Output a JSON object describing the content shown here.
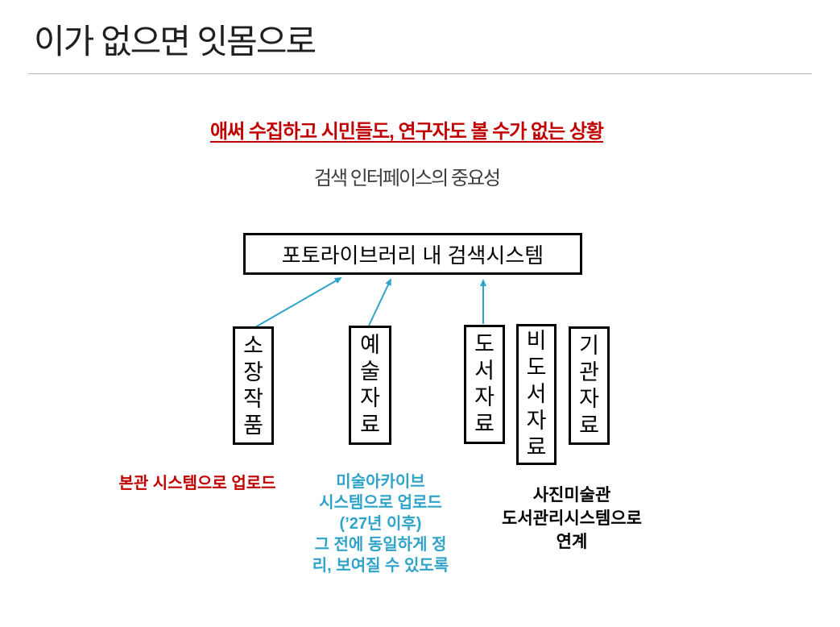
{
  "slide": {
    "title": "이가 없으면 잇몸으로",
    "key_message": "애써 수집하고 시민들도, 연구자도 볼 수가 없는 상황",
    "subheading": "검색 인터페이스의 중요성",
    "diagram": {
      "root_label": "포토라이브러리 내 검색시스템",
      "boxes": [
        {
          "label": "소장작품"
        },
        {
          "label": "예술자료"
        },
        {
          "label": "도서자료"
        },
        {
          "label": "비도서자료"
        },
        {
          "label": "기관자료"
        }
      ],
      "arrows": [
        {
          "from": "소장작품",
          "to": "포토라이브러리 내 검색시스템"
        },
        {
          "from": "예술자료",
          "to": "포토라이브러리 내 검색시스템"
        },
        {
          "from": "도서자료",
          "to": "포토라이브러리 내 검색시스템"
        }
      ]
    },
    "notes": {
      "collection_note": {
        "text": "본관 시스템으로 업로드",
        "color": "#C00000"
      },
      "archive_note": {
        "lines": [
          "미술아카이브",
          "시스템으로 업로드",
          "(’27년 이후)",
          "그 전에 동일하게 정",
          "리, 보여질 수 있도록"
        ],
        "color": "#2FA3C8"
      },
      "library_note": {
        "lines": [
          "사진미술관",
          "도서관리시스템으로",
          "연계"
        ],
        "color": "#000000"
      }
    },
    "colors": {
      "accent_red": "#C00000",
      "accent_teal": "#2FA3C8",
      "box_border": "#000000",
      "divider": "#B3B3B3",
      "title_text": "#1F1F1F"
    }
  }
}
